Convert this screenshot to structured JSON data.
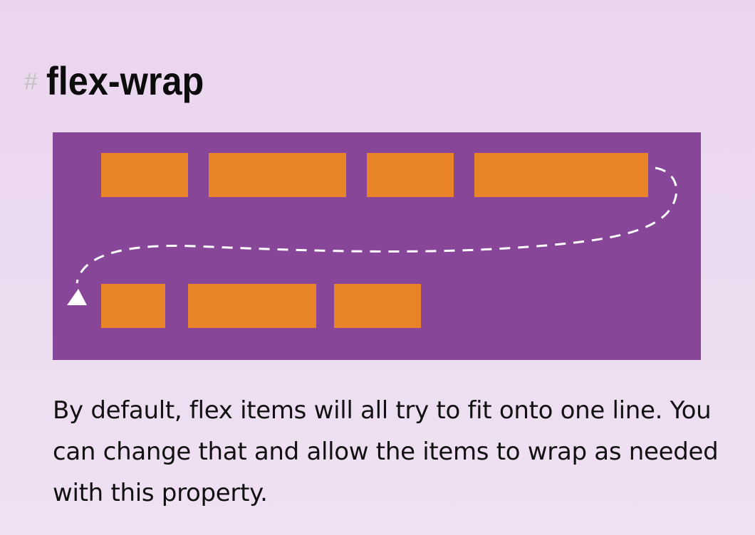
{
  "heading": {
    "hash": "#",
    "title": "flex-wrap"
  },
  "diagram": {
    "row1_items": 4,
    "row2_items": 3,
    "container_color": "#874698",
    "item_color": "#e88327",
    "arrow_color": "#ffffff"
  },
  "description": {
    "text": "By default, flex items will all try to fit onto one line. You can change that and allow the items to wrap as needed with this property."
  }
}
